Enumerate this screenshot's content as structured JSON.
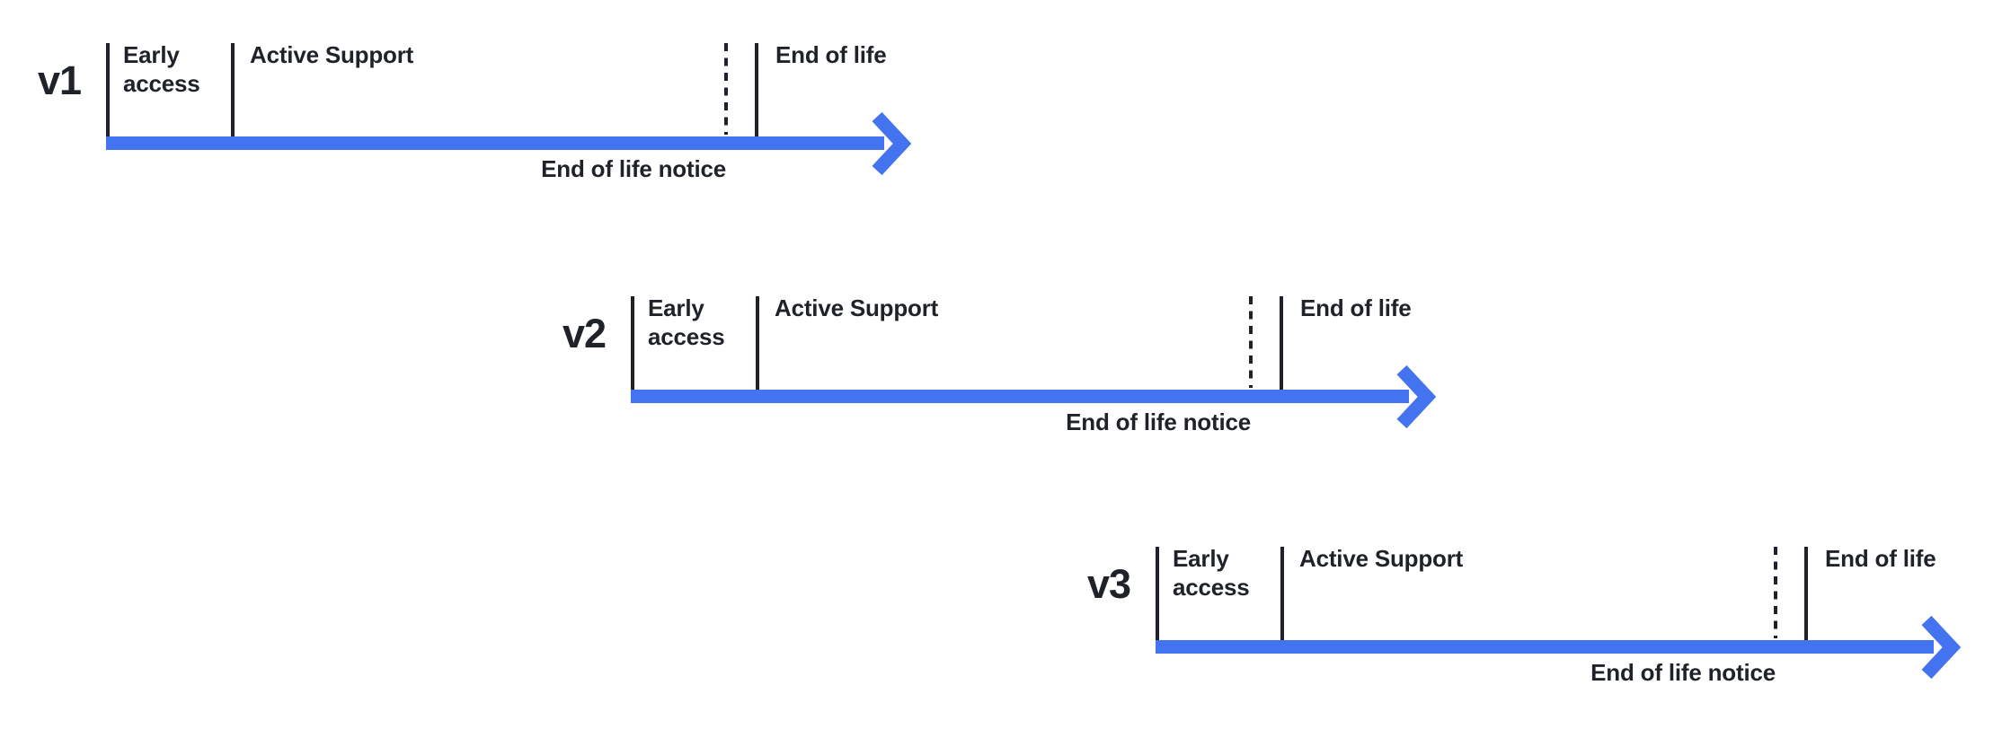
{
  "colors": {
    "timeline_blue": "#4473F0",
    "ink": "#1F2329"
  },
  "timelines": [
    {
      "label": "v1",
      "phases": {
        "early_access": "Early access",
        "active_support": "Active Support",
        "end_of_life": "End of life",
        "end_of_life_notice": "End of life notice"
      }
    },
    {
      "label": "v2",
      "phases": {
        "early_access": "Early access",
        "active_support": "Active Support",
        "end_of_life": "End of life",
        "end_of_life_notice": "End of life notice"
      }
    },
    {
      "label": "v3",
      "phases": {
        "early_access": "Early access",
        "active_support": "Active Support",
        "end_of_life": "End of life",
        "end_of_life_notice": "End of life notice"
      }
    }
  ]
}
